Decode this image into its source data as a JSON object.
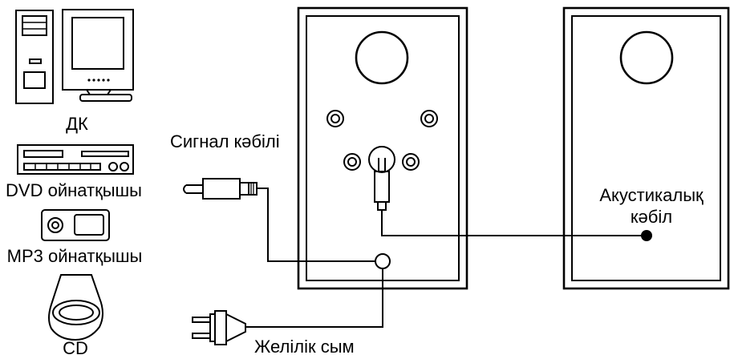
{
  "labels": {
    "pc": "ДК",
    "dvd": "DVD ойнатқышы",
    "mp3": "MP3 ойнатқышы",
    "cd": "CD",
    "signal_cable": "Сигнал кәбілі",
    "acoustic_cable_line1": "Акустикалық",
    "acoustic_cable_line2": "кәбіл",
    "power_cord": "Желілік сым"
  }
}
